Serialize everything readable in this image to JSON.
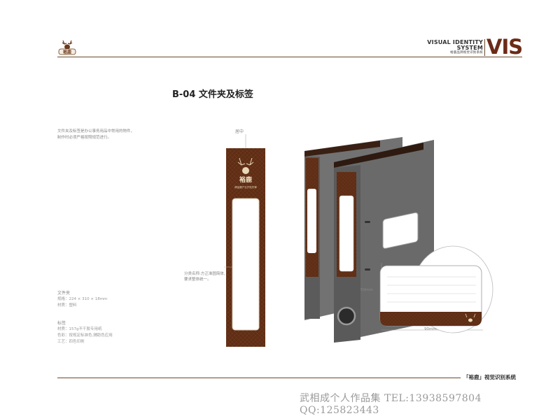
{
  "header": {
    "brand_logo_text": "裕鹿",
    "vis_line1": "VISUAL IDENTITY",
    "vis_line2": "SYSTEM",
    "vis_line3": "裕鹿品牌视觉识别系统",
    "vis_big": "VIS"
  },
  "page": {
    "title": "B-04  文件夹及标签",
    "description": "文件夹及标签是办公事务用品中常用的物件，制作时必须严格按照规范进行。"
  },
  "label": {
    "center_label": "居中",
    "brand_name": "裕鹿",
    "slogan": "精品鹿产业开拓先锋",
    "category_note": "分类名称:方正准圆简体,要求整体统一。"
  },
  "specs": {
    "folder": {
      "title": "文件夹",
      "size": "规格：224 × 310 × 18mm",
      "material": "材质：塑料"
    },
    "label": {
      "title": "标签",
      "material": "材质：157g不干胶专用纸",
      "color": "色彩：按规定标准色,辅助色应用",
      "process": "工艺：四色印刷"
    }
  },
  "dimensions": {
    "height": "50mm",
    "width": "90mm"
  },
  "footer": {
    "system_label": "「裕鹿」视觉识别系统",
    "watermark": "武相成个人作品集 TEL:13938597804 QQ:125823443"
  },
  "colors": {
    "brand_brown": "#5e2d14",
    "folder_gray": "#6a6a6a",
    "rule": "#6a4a2a"
  }
}
